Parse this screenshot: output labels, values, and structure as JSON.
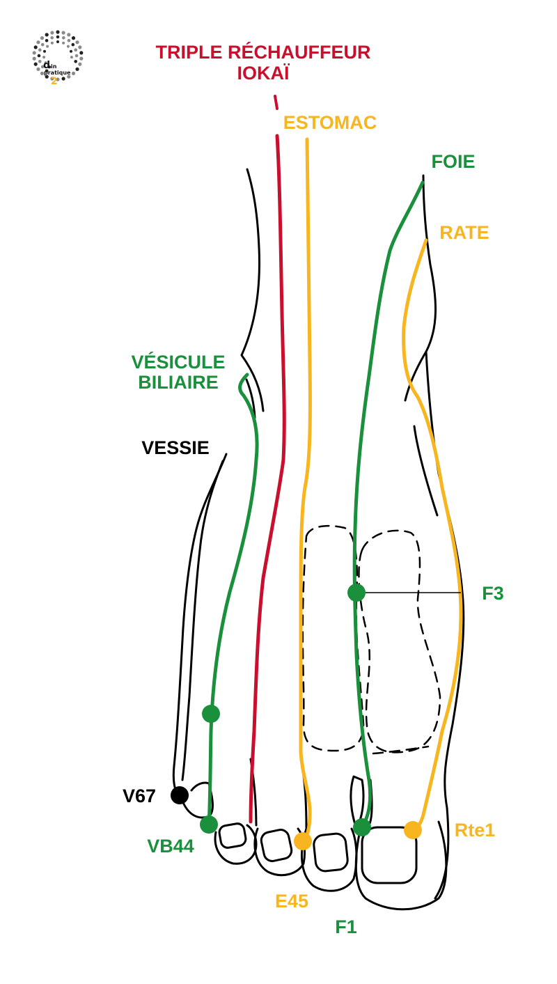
{
  "colors": {
    "red": "#c8102e",
    "yellow": "#f7b51f",
    "green": "#1a8f3c",
    "black": "#000000",
    "logo_dots": "#8a8a8a",
    "logo_accent": "#f7b51f"
  },
  "logo": {
    "line1": "d",
    "line2": "in",
    "line3": "pratique",
    "number": "2",
    "icon": "dotted-circle-logo-icon"
  },
  "meridians": {
    "triple_rechauffeur": {
      "title": "TRIPLE RÉCHAUFFEUR",
      "subtitle": "IOKAÏ"
    },
    "estomac": "ESTOMAC",
    "foie": "FOIE",
    "rate": "RATE",
    "vesicule_biliaire_line1": "VÉSICULE",
    "vesicule_biliaire_line2": "BILIAIRE",
    "vessie": "VESSIE"
  },
  "points": {
    "f3": "F3",
    "v67": "V67",
    "vb44": "VB44",
    "rte1": "Rte1",
    "e45": "E45",
    "f1": "F1"
  }
}
